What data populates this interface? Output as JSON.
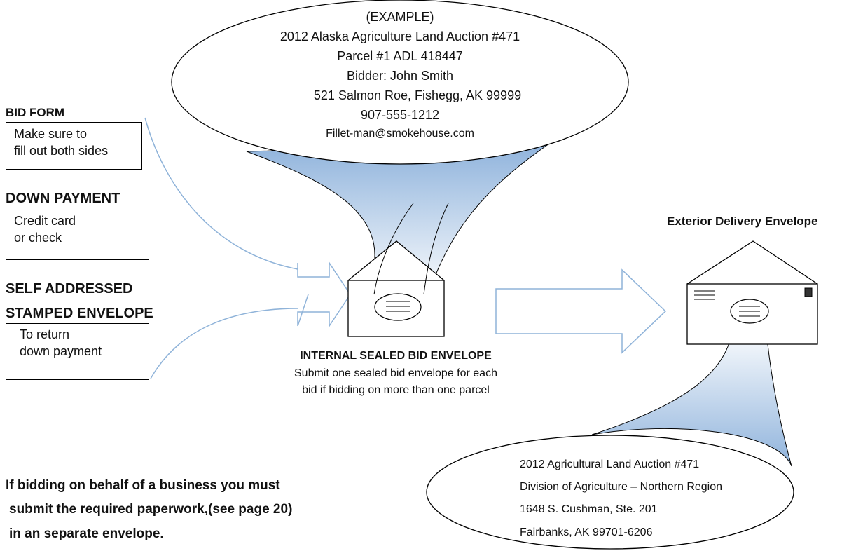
{
  "example_address": {
    "line1": "(EXAMPLE)",
    "line2": "2012 Alaska Agriculture Land Auction #471",
    "line3": "Parcel #1 ADL 418447",
    "line4": "Bidder: John Smith",
    "line5": "521 Salmon Roe, Fishegg, AK 99999",
    "line6": "907-555-1212",
    "line7": "Fillet-man@smokehouse.com"
  },
  "bid_form": {
    "heading": "BID FORM",
    "line1": "Make sure to",
    "line2": "fill out both sides"
  },
  "down_payment": {
    "heading": "DOWN PAYMENT",
    "line1": "Credit card",
    "line2": "or check"
  },
  "self_addressed": {
    "heading1": "SELF ADDRESSED",
    "heading2": "STAMPED ENVELOPE",
    "line1": "To return",
    "line2": "down payment"
  },
  "internal_envelope": {
    "heading": "INTERNAL SEALED BID ENVELOPE",
    "line1": "Submit one sealed bid envelope for each",
    "line2": "bid if bidding on more than one parcel"
  },
  "exterior_envelope": {
    "heading": "Exterior Delivery Envelope"
  },
  "delivery_address": {
    "line1": "2012 Agricultural Land Auction #471",
    "line2": "Division of Agriculture – Northern Region",
    "line3": "1648 S. Cushman, Ste. 201",
    "line4": "Fairbanks, AK 99701-6206"
  },
  "business_note": {
    "line1": "If bidding on behalf of a business you must",
    "line2": "submit the required paperwork,(see page 20)",
    "line3": "in an separate envelope."
  },
  "colors": {
    "arrow_stroke": "#8fb3d9",
    "funnel_top": "#9fbfdf",
    "funnel_bottom": "#ffffff"
  }
}
